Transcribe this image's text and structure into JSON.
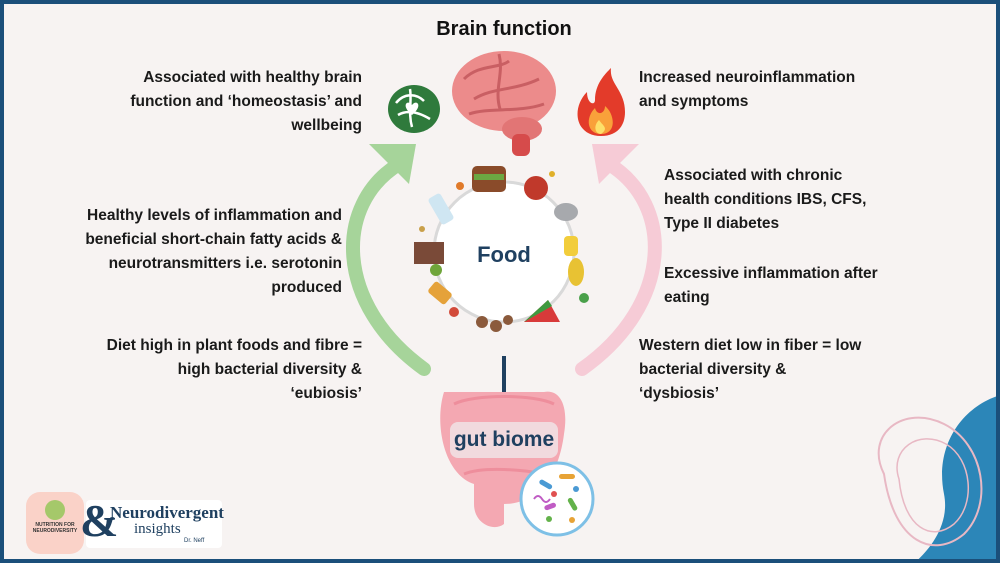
{
  "title": "Brain function",
  "left": {
    "top": "Associated with healthy brain function and ‘homeostasis’ and wellbeing",
    "middle": "Healthy levels of inflammation and beneficial short-chain fatty acids & neurotransmitters i.e. serotonin produced",
    "bottom": "Diet high in plant foods and fibre = high bacterial diversity & ‘eubiosis’"
  },
  "right": {
    "top": "Increased neuroinflammation and symptoms",
    "upper_middle": "Associated with chronic health conditions IBS, CFS, Type II diabetes",
    "lower_middle": "Excessive inflammation after eating",
    "bottom": "Western diet low in fiber = low bacterial diversity & ‘dysbiosis’"
  },
  "center": {
    "food": "Food",
    "gut": "gut biome"
  },
  "logos": {
    "left_logo_lines": [
      "NUTRITION FOR",
      "NEURODIVERSITY"
    ],
    "ampersand": "&",
    "brand_line1": "Neurodivergent",
    "brand_line2": "insights",
    "brand_sub": "Dr. Neff"
  },
  "colors": {
    "frame": "#1b4f7a",
    "green_arrow": "#a6d49a",
    "pink_arrow": "#f6cbd6",
    "text_blue": "#1f4060"
  },
  "icons": [
    "green-brain-icon",
    "brain-icon",
    "fire-icon",
    "food-circle-icon",
    "intestine-icon",
    "bacteria-icon"
  ]
}
